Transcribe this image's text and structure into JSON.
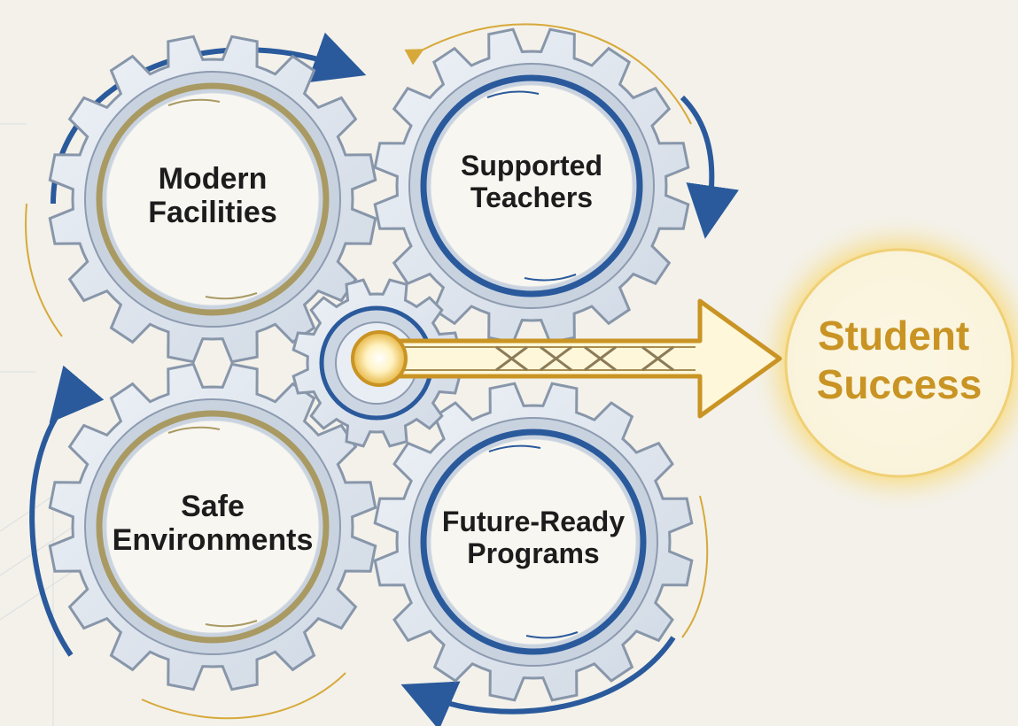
{
  "gears": [
    {
      "id": "modern-facilities",
      "lines": [
        "Modern",
        "Facilities"
      ],
      "ring_color": "#a99a63"
    },
    {
      "id": "supported-teachers",
      "lines": [
        "Supported",
        "Teachers"
      ],
      "ring_color": "#2a5a9c"
    },
    {
      "id": "safe-environments",
      "lines": [
        "Safe",
        "Environments"
      ],
      "ring_color": "#a99a63"
    },
    {
      "id": "future-ready-programs",
      "lines": [
        "Future-Ready",
        "Programs"
      ],
      "ring_color": "#2a5a9c"
    }
  ],
  "outcome": {
    "lines": [
      "Student",
      "Success"
    ]
  },
  "colors": {
    "background": "#f3f1ea",
    "gear_fill": "#dfe6ef",
    "gear_stroke": "#8896aa",
    "blue": "#2a5a9c",
    "gold": "#d7a93a",
    "text": "#1c1c1c",
    "outcome_text": "#c99424"
  }
}
